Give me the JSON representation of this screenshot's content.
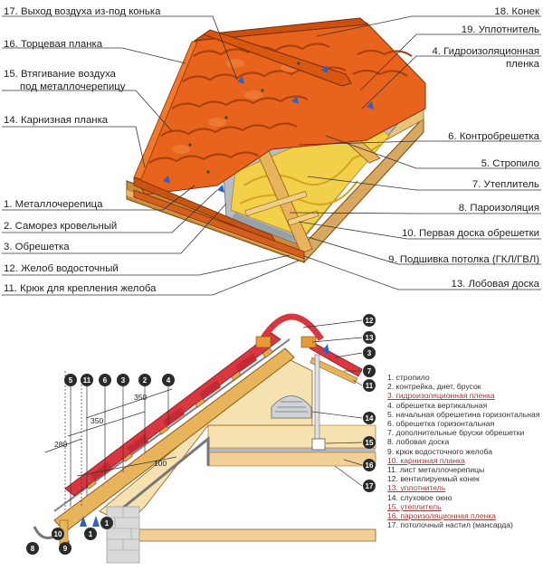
{
  "top_left_labels": [
    "17. Выход воздуха из-под конька",
    "16. Торцевая планка",
    "15. Втягивание воздуха",
    "под металлочерепицу",
    "14. Карнизная планка",
    "1. Металлочерепица",
    "2. Саморез кровельный",
    "3. Обрешетка",
    "12. Желоб водосточный",
    "11. Крюк для крепления желоба"
  ],
  "top_right_labels": [
    "18. Конек",
    "19. Уплотнитель",
    "4. Гидроизоляционная",
    "пленка",
    "6. Контробрешетка",
    "5. Стропило",
    "7. Утеплитель",
    "8. Пароизоляция",
    "10. Первая доска обрешетки",
    "9. Подшивка потолка (ГКЛ/ГВЛ)",
    "13. Лобовая доска"
  ],
  "dimensions": [
    "350",
    "350",
    "280",
    "100"
  ],
  "callouts": [
    "5",
    "11",
    "6",
    "3",
    "2",
    "4",
    "1",
    "12",
    "13",
    "3",
    "7",
    "11",
    "14",
    "15",
    "16",
    "17",
    "8",
    "9",
    "10",
    "1"
  ],
  "legend": [
    {
      "text": "1.   стропило",
      "underline": false
    },
    {
      "text": "2.   контрейка, диет, брусок",
      "underline": false
    },
    {
      "text": "3.   гидроизоляционная пленка",
      "underline": true
    },
    {
      "text": "4.   обрешетка вертикальная",
      "underline": false
    },
    {
      "text": "5.   начальная обрешетина горизонтальная",
      "underline": false
    },
    {
      "text": "6.   обрешетка горизонтальная",
      "underline": false
    },
    {
      "text": "7.   дополнительные бруски обрешетки",
      "underline": false
    },
    {
      "text": "8.   лобовая доска",
      "underline": false
    },
    {
      "text": "9.   крюк водосточного желоба",
      "underline": false
    },
    {
      "text": "10.  карнизная планка",
      "underline": true
    },
    {
      "text": "11.  лист металлочерепицы",
      "underline": false
    },
    {
      "text": "12.  вентилируемый конек",
      "underline": false
    },
    {
      "text": "13.  уплотнитель",
      "underline": true
    },
    {
      "text": "14.  слуховое окно",
      "underline": false
    },
    {
      "text": "15.  утеплитель",
      "underline": true
    },
    {
      "text": "16.  пароизоляционная пленка",
      "underline": true
    },
    {
      "text": "17.  потолочный настил (мансарда)",
      "underline": false
    }
  ],
  "colors": {
    "tile": "#e8641c",
    "tile_dark": "#b9440e",
    "wood": "#e9c27a",
    "insulation": "#f3d04a",
    "membrane": "#b7bcc4",
    "red_tile": "#d9373f"
  }
}
